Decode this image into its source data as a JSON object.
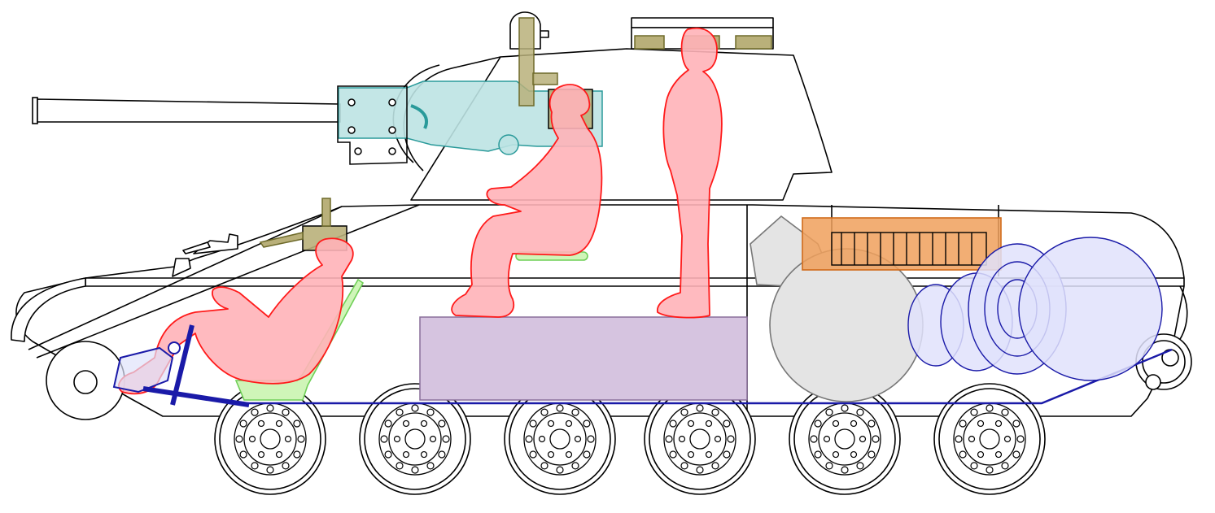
{
  "diagram": {
    "subject": "tank-cutaway-side-view",
    "colors": {
      "outline": "#000000",
      "crew_fill": "#ffb3b8",
      "crew_stroke": "#ff1a1a",
      "gun_fill": "#bde3e3",
      "gun_stroke": "#2a9a9a",
      "periscope_fill": "#b9b07a",
      "periscope_stroke": "#6e6a2a",
      "seat_fill": "#cff5b8",
      "seat_stroke": "#6fcf57",
      "ammo_fill": "#d6c4e0",
      "ammo_stroke": "#8a6f9a",
      "engine_fill": "#e4e4e4",
      "engine_stroke": "#777777",
      "radiator_fill": "#f0a05c",
      "radiator_stroke": "#d06a1a",
      "transmission_fill": "#e0e2fb",
      "transmission_stroke": "#1a1a9a",
      "controls_stroke": "#1a1aa8"
    },
    "road_wheel_count": 6,
    "crew_count": 3
  }
}
